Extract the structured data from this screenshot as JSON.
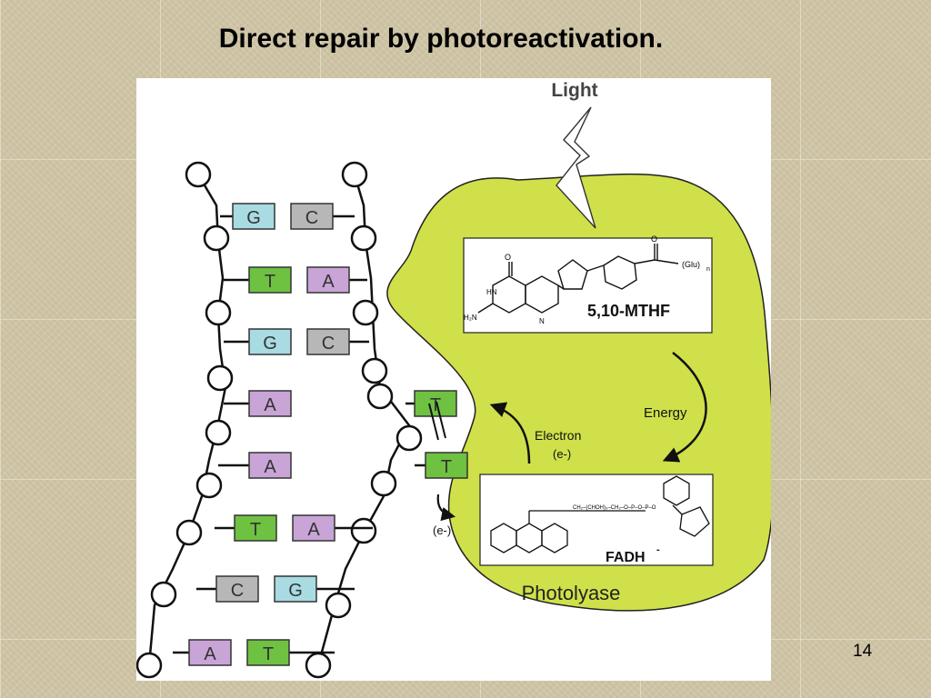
{
  "slide": {
    "title": "Direct repair by photoreactivation.",
    "page_number": "14"
  },
  "diagram": {
    "light_label": "Light",
    "photolyase_label": "Photolyase",
    "cofactor_top_label": "5,10-MTHF",
    "cofactor_bottom_label": "FADH",
    "cofactor_bottom_charge": "-",
    "energy_label": "Energy",
    "electron_label": "Electron",
    "electron_symbol": "(e-)",
    "electron_symbol_2": "(e-)",
    "glu_label": "(Glu)",
    "glu_subscript": "n",
    "dna_pairs": [
      {
        "left": "G",
        "right": "C"
      },
      {
        "left": "T",
        "right": "A"
      },
      {
        "left": "G",
        "right": "C"
      },
      {
        "left": "A",
        "right": "T"
      },
      {
        "left": "A",
        "right": "T"
      },
      {
        "left": "T",
        "right": "A"
      },
      {
        "left": "C",
        "right": "G"
      },
      {
        "left": "A",
        "right": "T"
      }
    ],
    "base_colors": {
      "G": "#a9dbe3",
      "C": "#b7b7b7",
      "T": "#6fc141",
      "A": "#c9a4d6"
    },
    "enzyme_color": "#cfe04a"
  }
}
